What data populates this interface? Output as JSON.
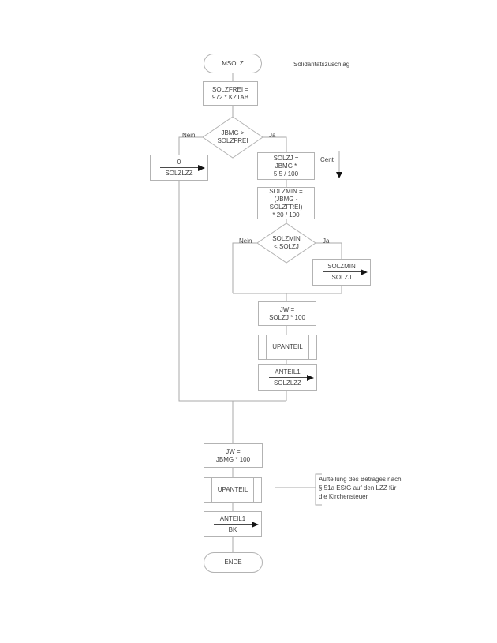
{
  "colors": {
    "background": "#ffffff",
    "connector_line": "#aaaaaa",
    "box_border": "#b3b3b3",
    "text": "#3f3f3f",
    "arrowhead": "#141414"
  },
  "labels": {
    "title": "Solidaritätszuschlag",
    "cent": "Cent",
    "note": "Aufteilung des Betrages nach\n§ 51a EStG auf den LZZ für\ndie Kirchensteuer"
  },
  "flowchart": {
    "start": "MSOLZ",
    "solzfrei": "SOLZFREI =\n972 * KZTAB",
    "decision_jbmg": {
      "condition": "JBMG >\nSOLZFREI",
      "no": "Nein",
      "yes": "Ja"
    },
    "assign_zero": {
      "value": "0",
      "target": "SOLZLZZ"
    },
    "solzj": "SOLZJ =\nJBMG *\n5,5 / 100",
    "solzmin": "SOLZMIN =\n(JBMG -\nSOLZFREI)\n* 20 / 100",
    "decision_solzmin": {
      "condition": "SOLZMIN\n< SOLZJ",
      "no": "Nein",
      "yes": "Ja"
    },
    "assign_solzmin": {
      "value": "SOLZMIN",
      "target": "SOLZJ"
    },
    "jw_solzj": "JW =\nSOLZJ * 100",
    "upanteil_1": "UPANTEIL",
    "assign_anteil_solzlzz": {
      "value": "ANTEIL1",
      "target": "SOLZLZZ"
    },
    "jw_jbmg": "JW =\nJBMG * 100",
    "upanteil_2": "UPANTEIL",
    "assign_anteil_bk": {
      "value": "ANTEIL1",
      "target": "BK"
    },
    "end": "ENDE"
  }
}
